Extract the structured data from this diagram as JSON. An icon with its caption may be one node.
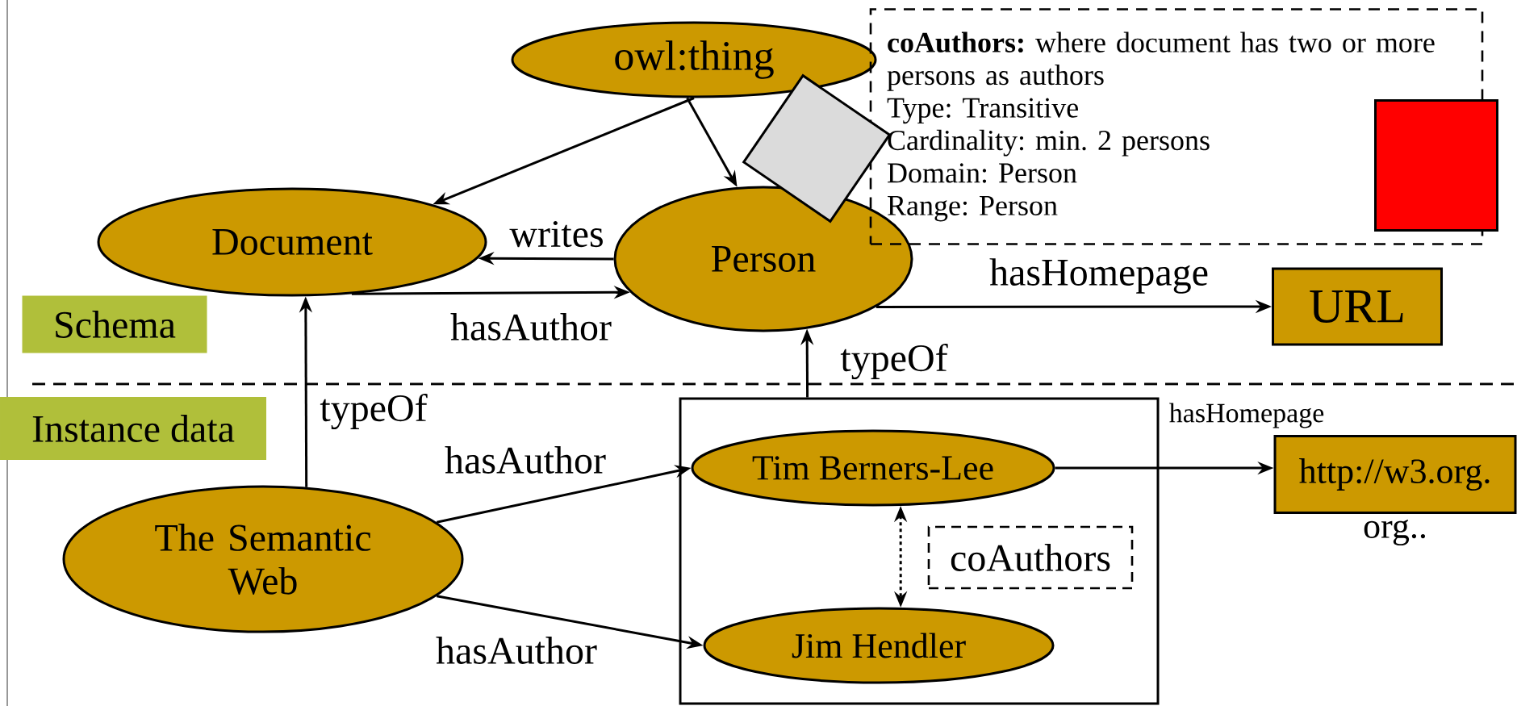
{
  "diagram": {
    "nodes": [
      {
        "text": [
          "owl:thing"
        ]
      },
      {
        "text": [
          "Document"
        ]
      },
      {
        "text": [
          "Person"
        ]
      },
      {
        "text": [
          "**coAuthors:** where document has two or more persons as authors",
          "Type: Transitive",
          "Cardinality: min. 2 persons",
          "Domain: Person",
          "Range: Person"
        ]
      },
      {
        "text": [
          "URL"
        ]
      },
      {
        "text": [
          "Schema"
        ]
      },
      {
        "text": [
          "Instance data"
        ]
      },
      {
        "text": [],
        "shape": "box"
      },
      {
        "text": [
          "Tim Berners-Lee"
        ],
        "in": 7
      },
      {
        "text": [
          "Jim Hendler"
        ],
        "in": 7
      },
      {
        "text": [
          "coAuthors"
        ],
        "in": 7
      },
      {
        "text": [
          "The Semantic Web"
        ]
      },
      {
        "text": [
          "http://w3.org."
        ],
        "beside": [
          "org.."
        ]
      },
      {
        "text": [],
        "shape": "diamond"
      },
      {
        "text": [],
        "shape": "box"
      }
    ],
    "edges": [
      {
        "from": 0,
        "to": 1,
        "arrow": "to"
      },
      {
        "from": 0,
        "to": 2,
        "arrow": "to"
      },
      {
        "from": 2,
        "to": 1,
        "arrow": "to",
        "label": "writes"
      },
      {
        "from": 1,
        "to": 2,
        "arrow": "to",
        "label": "hasAuthor"
      },
      {
        "from": 2,
        "to": 4,
        "arrow": "to",
        "label": "hasHomepage"
      },
      {
        "from": 11,
        "to": 1,
        "arrow": "to",
        "label": "typeOf"
      },
      {
        "from": 7,
        "to": 2,
        "arrow": "to",
        "label": "typeOf"
      },
      {
        "from": 11,
        "to": 8,
        "arrow": "to",
        "label": "hasAuthor"
      },
      {
        "from": 11,
        "to": 9,
        "arrow": "to",
        "label": "hasAuthor"
      },
      {
        "from": 8,
        "to": 12,
        "arrow": "to",
        "label": "hasHomepage"
      },
      {
        "from": 8,
        "to": 9,
        "arrow": "both",
        "style": "dashed"
      }
    ]
  }
}
